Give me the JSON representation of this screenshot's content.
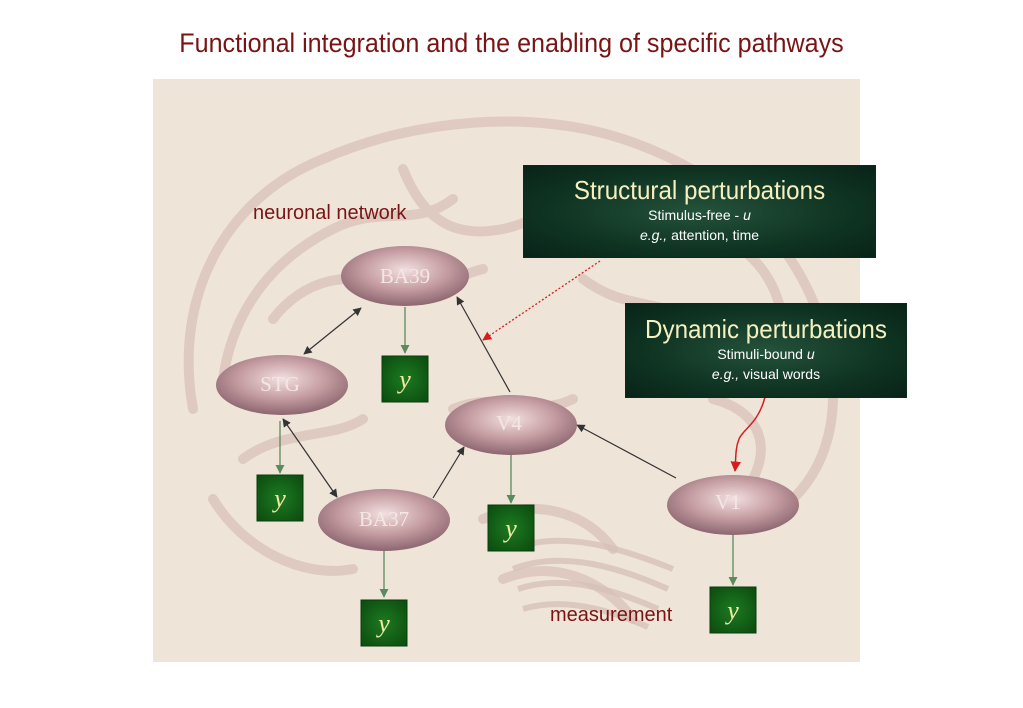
{
  "title": "Functional integration and the enabling of specific pathways",
  "annotations": {
    "neuronal_network": "neuronal network",
    "measurement": "measurement"
  },
  "nodes": {
    "ba39": "BA39",
    "stg": "STG",
    "v4": "V4",
    "ba37": "BA37",
    "v1": "V1"
  },
  "measurement_label": "y",
  "structural_box": {
    "title": "Structural perturbations",
    "line1_text": "Stimulus-free - ",
    "line1_var": "u",
    "line2_eg": "e.g.,",
    "line2_text": " attention, time"
  },
  "dynamic_box": {
    "title": "Dynamic perturbations",
    "line1_text": "Stimuli-bound ",
    "line1_var": "u",
    "line2_eg": "e.g.,",
    "line2_text": " visual words"
  },
  "colors": {
    "title": "#7a1414",
    "node_fill": "#b08a90",
    "y_box": "#0f5a12",
    "perturbation_box": "#0f3422",
    "arrow_red": "#d41e1e"
  }
}
